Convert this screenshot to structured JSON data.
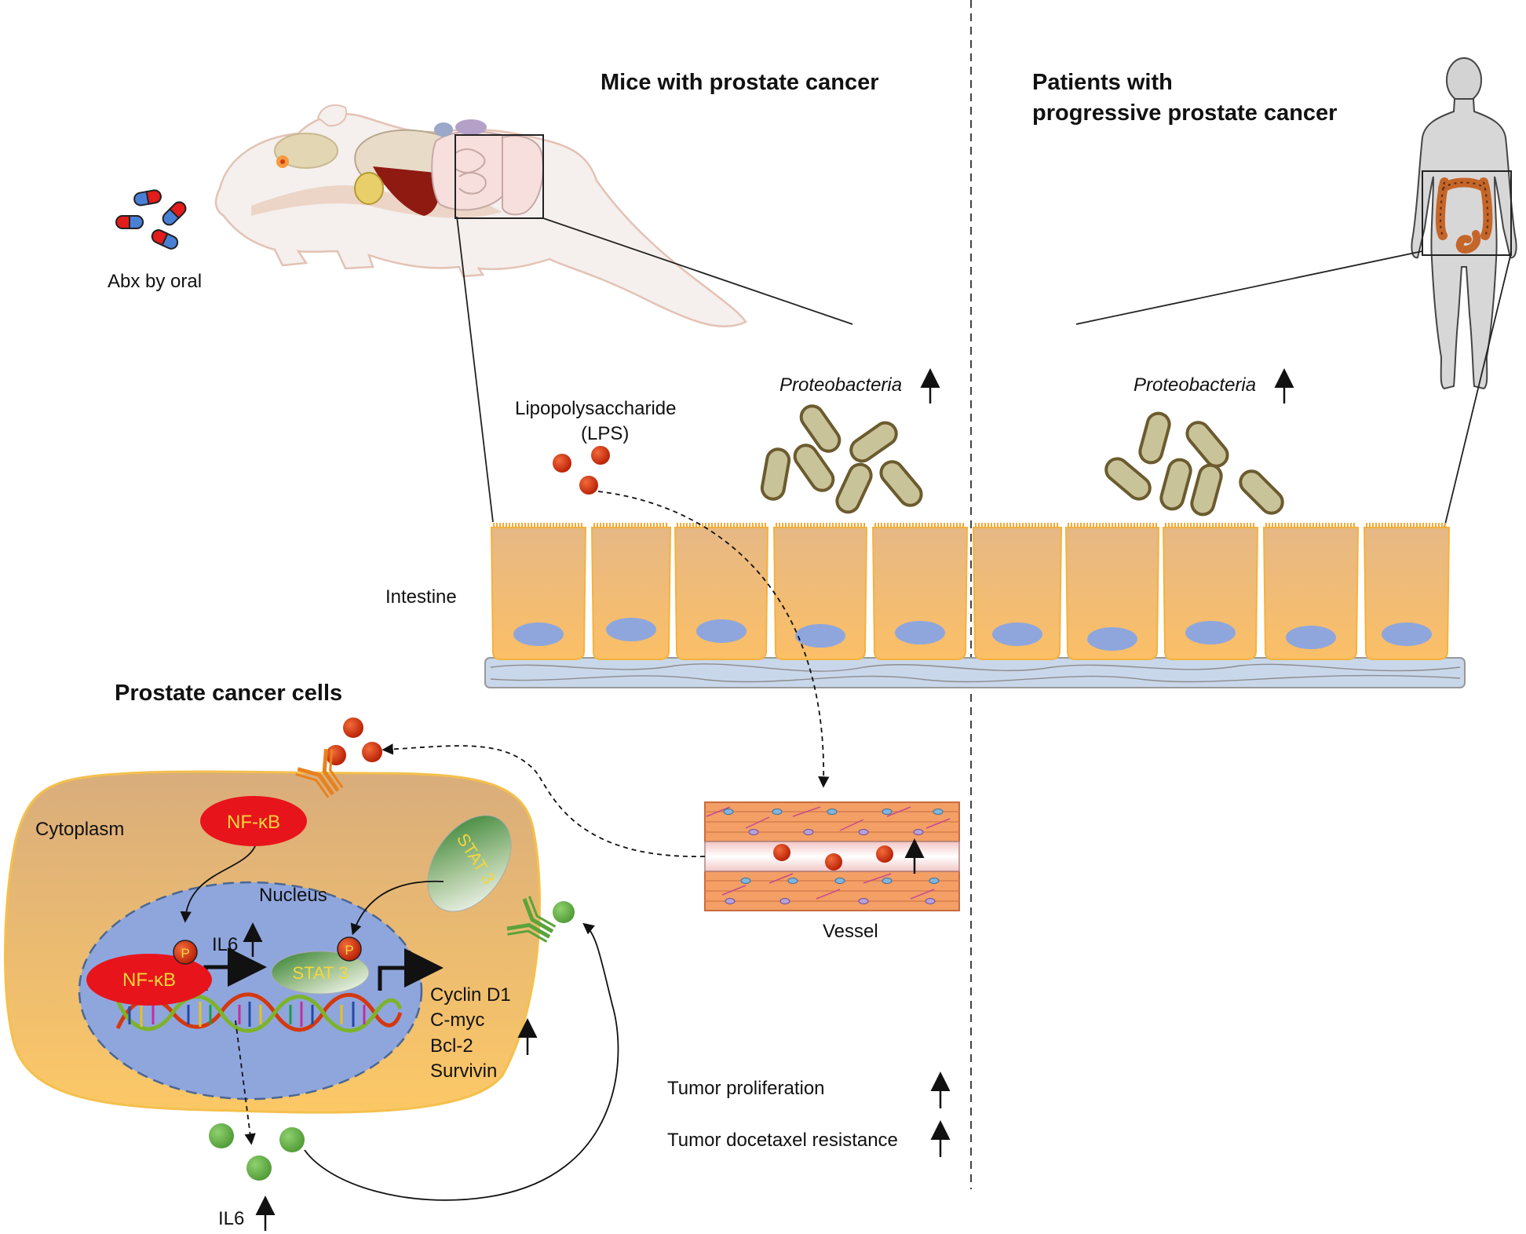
{
  "headings": {
    "mice": "Mice with prostate cancer",
    "patients_line1": "Patients with",
    "patients_line2": "progressive prostate cancer",
    "cells": "Prostate cancer cells"
  },
  "labels": {
    "abx": "Abx by oral",
    "lps_line1": "Lipopolysaccharide",
    "lps_line2": "(LPS)",
    "proteobacteria_left": "Proteobacteria",
    "proteobacteria_right": "Proteobacteria",
    "intestine": "Intestine",
    "vessel": "Vessel",
    "cytoplasm": "Cytoplasm",
    "nucleus": "Nucleus",
    "nfkb_cytoplasm": "NF-κB",
    "nfkb_nucleus": "NF-κB",
    "stat3_cytoplasm": "STAT 3",
    "stat3_nucleus": "STAT 3",
    "phospho_a": "P",
    "phospho_b": "P",
    "il6_nucleus": "IL6",
    "il6_bottom": "IL6",
    "targets": [
      "Cyclin D1",
      "C-myc",
      "Bcl-2",
      "Survivin"
    ],
    "outcome_proliferation": "Tumor proliferation",
    "outcome_resistance": "Tumor docetaxel resistance"
  },
  "colors": {
    "epithelium": "#fbbf66",
    "nucleus": "#8fa6dd",
    "cytoplasm": "#e9b268",
    "lps": "#d2330e",
    "il6": "#6aa84f",
    "nfkb": "#e8141b",
    "bacteria": "#c9c39a"
  },
  "icons": {
    "pills": "capsule-icon",
    "mouse": "mouse-anatomy-illustration",
    "human": "human-body-illustration",
    "dna": "dna-helix-illustration",
    "receptor": "antibody-receptor-icon"
  }
}
